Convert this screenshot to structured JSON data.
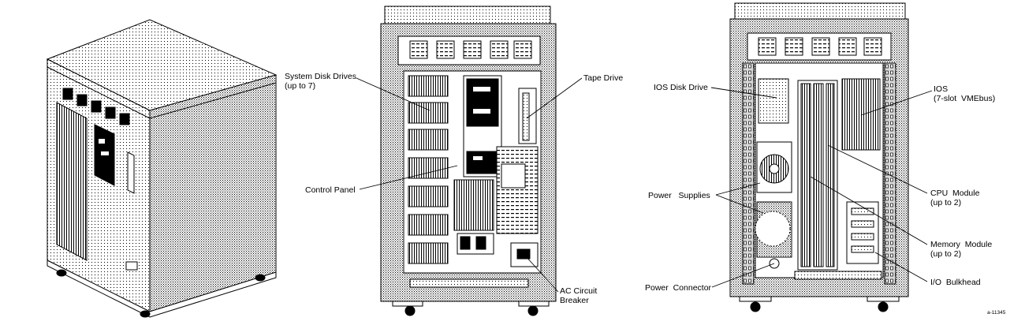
{
  "figure_id": "a-11345",
  "views": {
    "exterior": {},
    "front": {
      "labels": {
        "system_disk_drives": "System Disk Drives",
        "system_disk_drives_count": "(up to 7)",
        "control_panel": "Control Panel",
        "tape_drive": "Tape Drive",
        "ac_breaker_line1": "AC Circuit",
        "ac_breaker_line2": "Breaker"
      }
    },
    "rear": {
      "labels": {
        "ios_disk_drive": "IOS Disk Drive",
        "power_supplies": "Power   Supplies",
        "power_connector": "Power  Connector",
        "ios": "IOS",
        "ios_detail": "(7-slot  VMEbus)",
        "cpu_module": "CPU  Module",
        "cpu_module_count": "(up to 2)",
        "memory_module": "Memory  Module",
        "memory_module_count": "(up to 2)",
        "io_bulkhead": "I/O  Bulkhead"
      }
    }
  },
  "colors": {
    "line": "#000000",
    "panel": "#d9d9d9",
    "background": "#ffffff"
  }
}
